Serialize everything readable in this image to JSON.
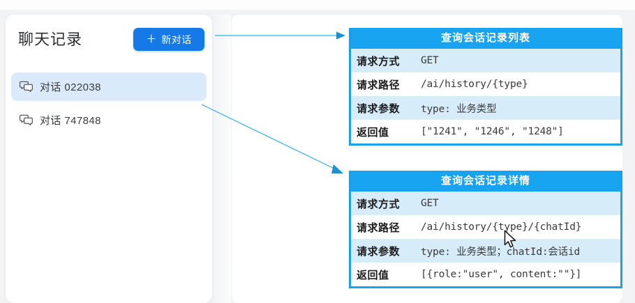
{
  "sidebar": {
    "title": "聊天记录",
    "new_chat_button": {
      "icon": "plus-icon",
      "plus": "＋",
      "label": "新对话"
    },
    "items": [
      {
        "icon": "chat-bubbles-icon",
        "label": "对话 022038",
        "active": true
      },
      {
        "icon": "chat-bubbles-icon",
        "label": "对话 747848",
        "active": false
      }
    ]
  },
  "tables": [
    {
      "title": "查询会话记录列表",
      "rows": [
        {
          "key": "请求方式",
          "value": "GET"
        },
        {
          "key": "请求路径",
          "value": "/ai/history/{type}"
        },
        {
          "key": "请求参数",
          "value": "type: 业务类型"
        },
        {
          "key": "返回值",
          "value": "[\"1241\", \"1246\", \"1248\"]"
        }
      ]
    },
    {
      "title": "查询会话记录详情",
      "rows": [
        {
          "key": "请求方式",
          "value": "GET"
        },
        {
          "key": "请求路径",
          "value": "/ai/history/{type}/{chatId}"
        },
        {
          "key": "请求参数",
          "value": "type: 业务类型；chatId:会话id"
        },
        {
          "key": "返回值",
          "value": "[{role:\"user\", content:\"\"}]"
        }
      ]
    }
  ],
  "annotations": {
    "arrow_top_name": "arrow-to-list-api",
    "arrow_diagonal_name": "arrow-to-detail-api"
  },
  "colors": {
    "brand_blue": "#1579e8",
    "table_header_blue": "#18a3f0",
    "table_row_blue": "#d6ecf9",
    "arrow_cyan": "#2bb3e8",
    "page_bg": "#f2f3f5",
    "active_item_bg": "#dbeafb"
  }
}
